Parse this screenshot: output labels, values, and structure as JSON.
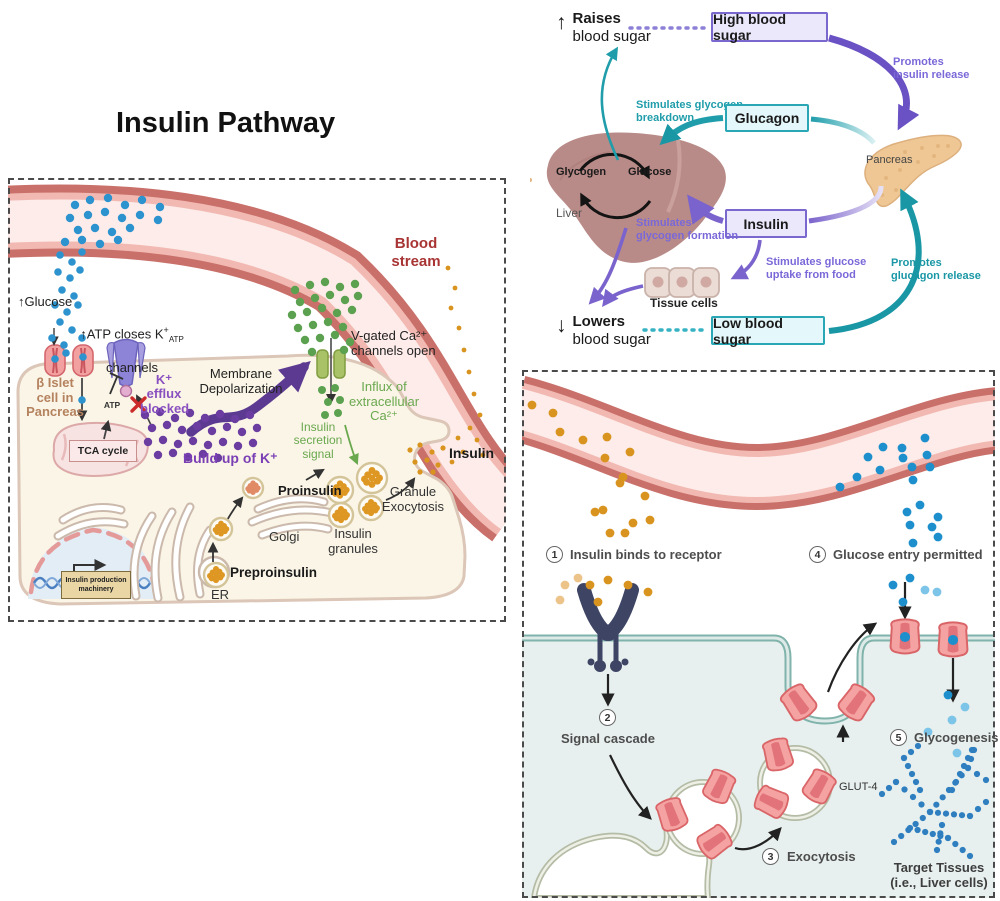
{
  "title": "Insulin Pathway",
  "colors": {
    "teal": "#1f9daa",
    "purple": "#7a68d8",
    "dark_purple": "#5d3a92",
    "blood_red": "#a83434",
    "green": "#6aa84f",
    "k_purple": "#8a50c0"
  },
  "left_panel": {
    "blood_stream": "Blood\nstream",
    "glucose": "↑Glucose",
    "atp_closes": {
      "pre": "↑ATP closes K",
      "sup": "+",
      "sub": "ATP",
      "line2": "channels"
    },
    "beta_cell": "β Islet\ncell in\nPancreas",
    "k_efflux": "K⁺\nefflux\nblocked",
    "membrane_depol": "Membrane\nDepolarization",
    "buildup": "Build up of K⁺",
    "tca": "TCA cycle",
    "atp": "ATP",
    "vgated": "V-gated Ca²⁺\nchannels open",
    "influx": "Influx of\nextracellular\nCa²⁺",
    "secretion": "Insulin\nsecretion\nsignal",
    "insulin": "Insulin",
    "granule_exocytosis": "Granule\nExocytosis",
    "insulin_granules": "Insulin\ngranules",
    "golgi": "Golgi",
    "proinsulin": "Proinsulin",
    "preproinsulin": "Preproinsulin",
    "er": "ER",
    "machinery": "Insulin production\nmachinery"
  },
  "cycle": {
    "raises_word": "Raises",
    "raises_rest": "blood sugar",
    "raises_glyph": "↑",
    "lowers_word": "Lowers",
    "lowers_rest": "blood sugar",
    "lowers_glyph": "↓",
    "high_box": "High blood sugar",
    "low_box": "Low blood sugar",
    "glucagon_box": "Glucagon",
    "insulin_box": "Insulin",
    "promotes_insulin": "Promotes\ninsulin release",
    "promotes_glucagon": "Promotes\nglucagon release",
    "stim_breakdown": "Stimulates glycogen\nbreakdown",
    "stim_formation": "Stimulates\nglycogen formation",
    "stim_uptake": "Stimulates glucose\nuptake from food",
    "glycogen": "Glycogen",
    "glucose": "Glucose",
    "liver": "Liver",
    "pancreas": "Pancreas",
    "tissue_cells": "Tissue cells"
  },
  "action_panel": {
    "step1_num": "1",
    "step1": "Insulin binds to receptor",
    "step2_num": "2",
    "step2": "Signal cascade",
    "step3_num": "3",
    "step3": "Exocytosis",
    "step4_num": "4",
    "step4": "Glucose entry permitted",
    "step5_num": "5",
    "step5": "Glycogenesis",
    "glut4": "GLUT-4",
    "target": "Target Tissues\n(i.e., Liver cells)"
  }
}
